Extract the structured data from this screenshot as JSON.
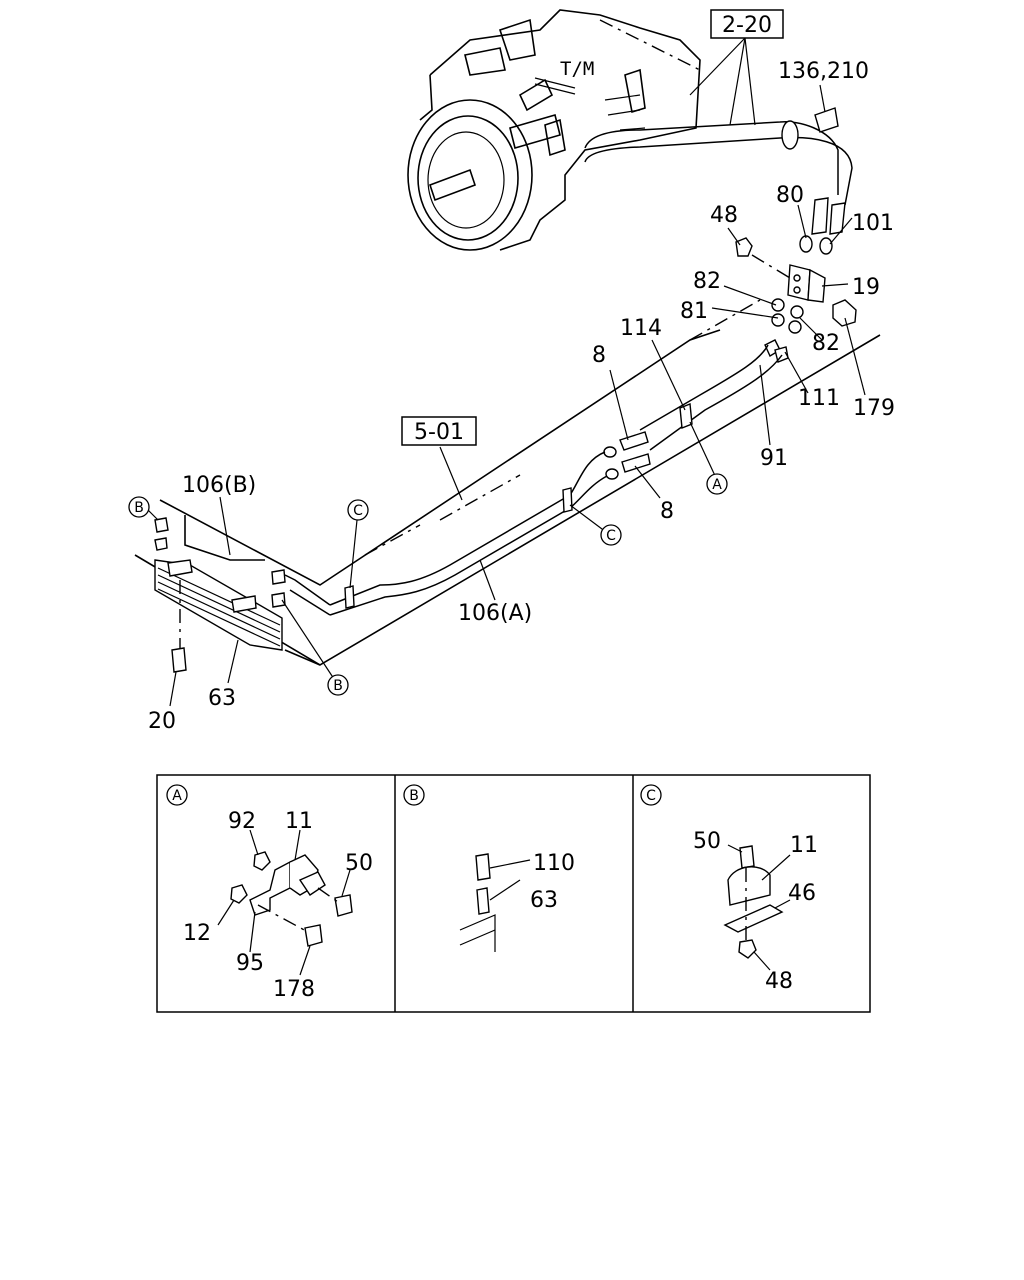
{
  "labels": {
    "ref_2_20": "2-20",
    "tm": "T/M",
    "p136_210": "136,210",
    "p48a": "48",
    "p80": "80",
    "p101": "101",
    "p19": "19",
    "p82a": "82",
    "p81": "81",
    "p82b": "82",
    "p179": "179",
    "p114": "114",
    "p8a": "8",
    "p111": "111",
    "p91": "91",
    "p8b": "8",
    "ref_5_01": "5-01",
    "p106b": "106(B)",
    "p106a": "106(A)",
    "p63": "63",
    "p20": "20"
  },
  "markers": {
    "A": "A",
    "B": "B",
    "C": "C"
  },
  "detail_a": {
    "p92": "92",
    "p11": "11",
    "p50": "50",
    "p12": "12",
    "p95": "95",
    "p178": "178"
  },
  "detail_b": {
    "p110": "110",
    "p63": "63"
  },
  "detail_c": {
    "p50": "50",
    "p11": "11",
    "p46": "46",
    "p48": "48"
  }
}
